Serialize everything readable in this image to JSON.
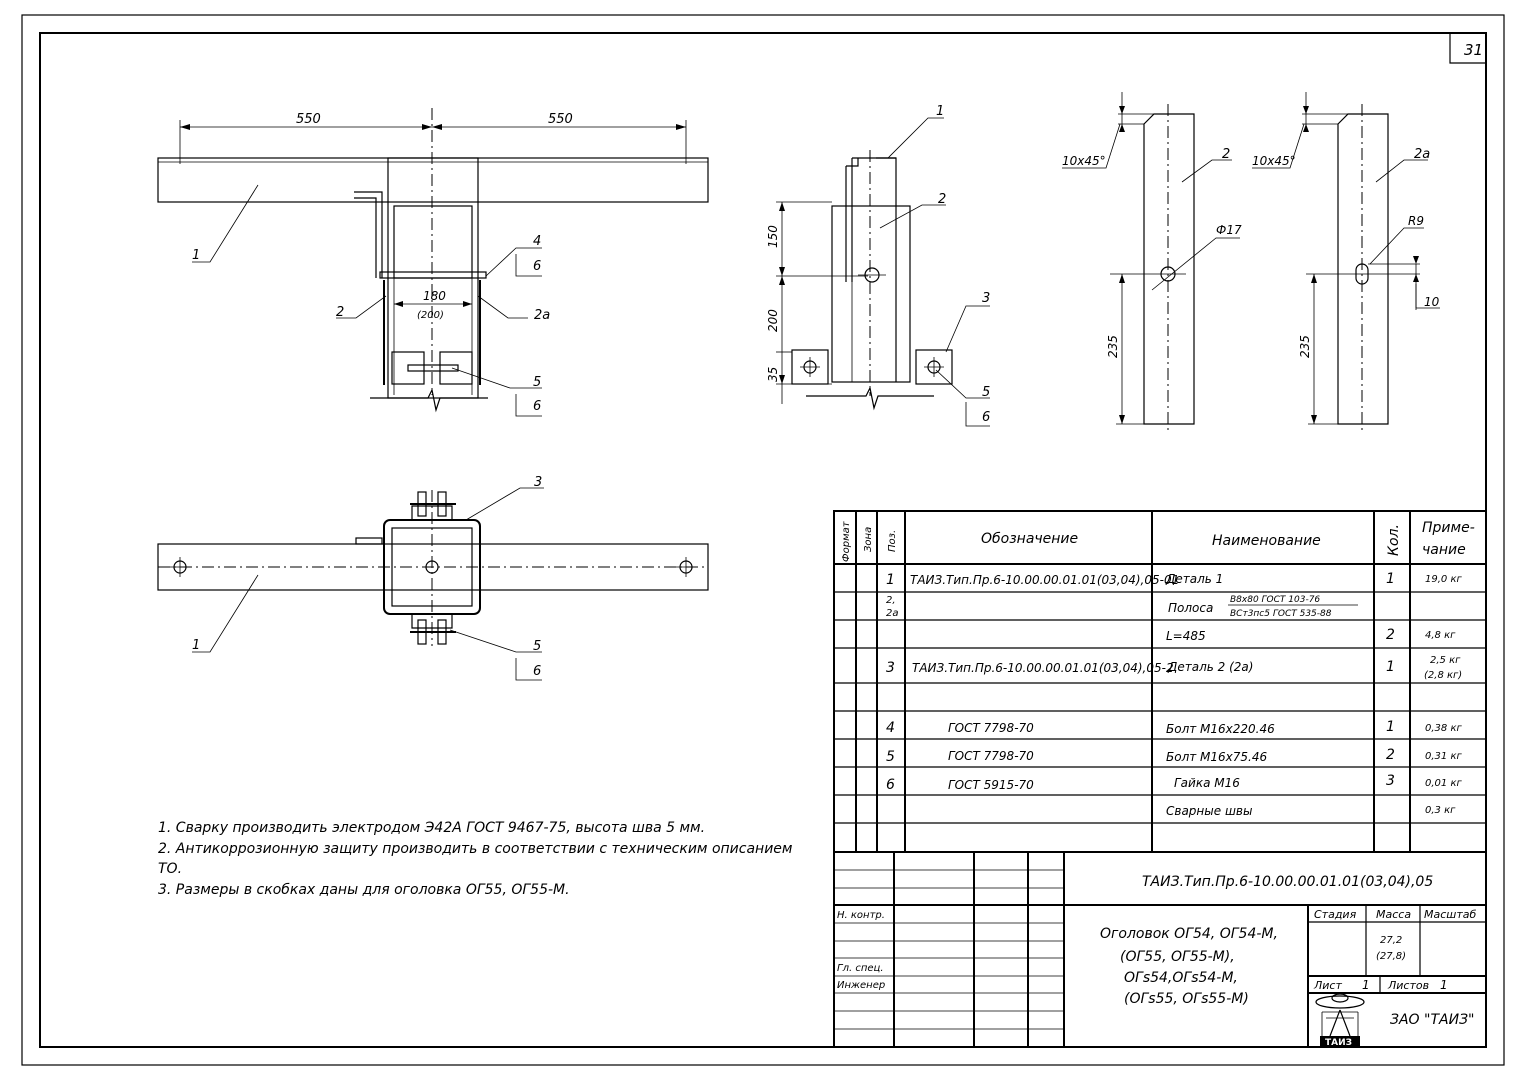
{
  "sheet_number": "31",
  "drawing": {
    "dim_550_left": "550",
    "dim_550_right": "550",
    "dim_180": "180",
    "dim_200_paren": "(200)",
    "dim_150": "150",
    "dim_200": "200",
    "dim_35": "35",
    "dim_235_a": "235",
    "dim_235_b": "235",
    "dim_chamfer_a": "10x45°",
    "dim_chamfer_b": "10x45°",
    "dim_hole": "Ф17",
    "dim_r9": "R9",
    "dim_10": "10",
    "pos_labels": {
      "p1": "1",
      "p2": "2",
      "p2a": "2а",
      "p3": "3",
      "p4": "4",
      "p5": "5",
      "p6": "6"
    }
  },
  "notes": [
    "1. Сварку производить электродом Э42А ГОСТ 9467-75, высота шва 5 мм.",
    "2. Антикоррозионную защиту производить в соответствии с техническим описанием ТО.",
    "3. Размеры в скобках даны для оголовка ОГ55, ОГ55-М."
  ],
  "spec_table": {
    "headers": {
      "format": "Формат",
      "zone": "Зона",
      "pos": "Поз.",
      "designation": "Обозначение",
      "name": "Наименование",
      "qty": "Кол.",
      "note": "Приме-чание"
    },
    "rows": [
      {
        "pos": "1",
        "designation": "ТАИЗ.Тип.Пр.6-10.00.00.01.01(03,04),05-01",
        "name": "Деталь 1",
        "qty": "1",
        "note": "19,0 кг"
      },
      {
        "pos": "2, 2а",
        "designation": "",
        "name_prefix": "Полоса",
        "name_top": "В8х80 ГОСТ 103-76",
        "name_bottom": "ВСт3пс5 ГОСТ 535-88",
        "qty": "",
        "note": ""
      },
      {
        "pos": "",
        "designation": "",
        "name": "L=485",
        "qty": "2",
        "note": "4,8 кг"
      },
      {
        "pos": "3",
        "designation": "ТАИЗ.Тип.Пр.6-10.00.00.01.01(03,04),05-2",
        "name": "Деталь 2 (2а)",
        "qty": "1",
        "note_top": "2,5 кг",
        "note_bottom": "(2,8 кг)"
      },
      {
        "pos": "",
        "designation": "",
        "name": "",
        "qty": "",
        "note": ""
      },
      {
        "pos": "4",
        "designation": "ГОСТ 7798-70",
        "name": "Болт М16х220.46",
        "qty": "1",
        "note": "0,38 кг"
      },
      {
        "pos": "5",
        "designation": "ГОСТ 7798-70",
        "name": "Болт М16х75.46",
        "qty": "2",
        "note": "0,31 кг"
      },
      {
        "pos": "6",
        "designation": "ГОСТ 5915-70",
        "name": "Гайка М16",
        "qty": "3",
        "note": "0,01 кг"
      },
      {
        "pos": "",
        "designation": "",
        "name": "Сварные швы",
        "qty": "",
        "note": "0,3 кг"
      },
      {
        "pos": "",
        "designation": "",
        "name": "",
        "qty": "",
        "note": ""
      }
    ]
  },
  "title_block": {
    "code": "ТАИЗ.Тип.Пр.6-10.00.00.01.01(03,04),05",
    "title_lines": [
      "Оголовок ОГ54, ОГ54-М,",
      "(ОГ55, ОГ55-М),",
      "ОГs54,ОГs54-М,",
      "(ОГs55, ОГs55-М)"
    ],
    "roles": [
      "Н. контр.",
      "Гл. спец.",
      "Инженер"
    ],
    "stage_label": "Стадия",
    "mass_label": "Масса",
    "scale_label": "Масштаб",
    "mass_value": "27,2",
    "mass_value_alt": "(27,8)",
    "sheet_label": "Лист",
    "sheet_value": "1",
    "sheets_label": "Листов",
    "sheets_value": "1",
    "company": "ЗАО \"ТАИЗ\"",
    "logo_text": "ТАИЗ"
  }
}
